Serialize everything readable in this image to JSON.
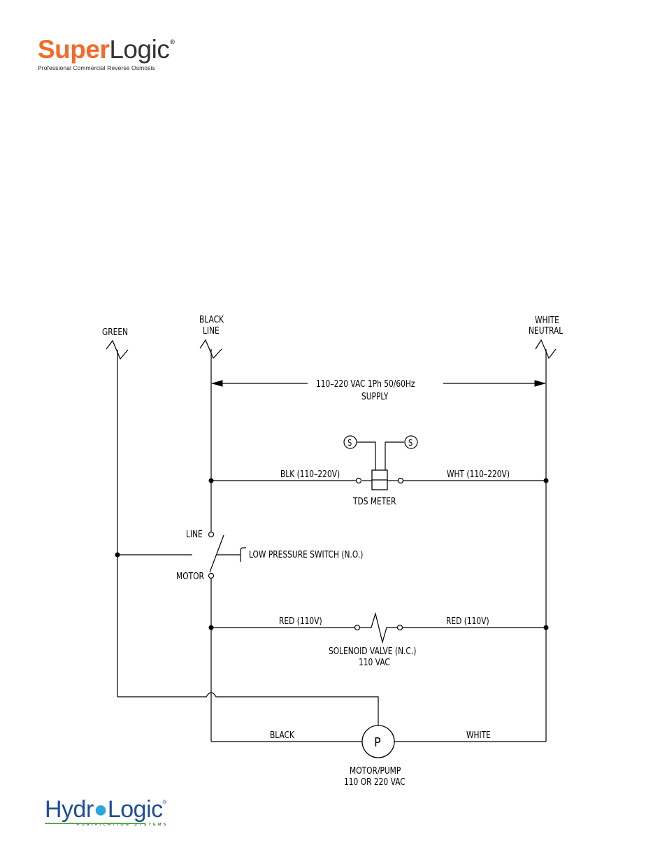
{
  "header": {
    "brand_super": "Super",
    "brand_logic": "Logic",
    "brand_reg": "®",
    "tagline": "Professional Commercial Reverse Osmosis"
  },
  "footer": {
    "brand_hydro": "Hydr",
    "brand_logic": "Logic",
    "brand_reg": "®",
    "tagline": "PURIFICATION SYSTEMS"
  },
  "diagram": {
    "green": "GREEN",
    "black_line_1": "BLACK",
    "black_line_2": "LINE",
    "white_neutral_1": "WHITE",
    "white_neutral_2": "NEUTRAL",
    "supply_1": "110–220 VAC 1Ph 50/60Hz",
    "supply_2": "SUPPLY",
    "blk": "BLK (110–220V)",
    "wht": "WHT (110–220V)",
    "tds_meter": "TDS METER",
    "sensor_symbol": "S",
    "line": "LINE",
    "motor": "MOTOR",
    "low_pressure_switch": "LOW PRESSURE SWITCH (N.O.)",
    "red_left": "RED (110V)",
    "red_right": "RED (110V)",
    "solenoid_1": "SOLENOID VALVE (N.C.)",
    "solenoid_2": "110 VAC",
    "black": "BLACK",
    "white": "WHITE",
    "pump_symbol": "P",
    "motor_pump_1": "MOTOR/PUMP",
    "motor_pump_2": "110 OR 220 VAC"
  }
}
